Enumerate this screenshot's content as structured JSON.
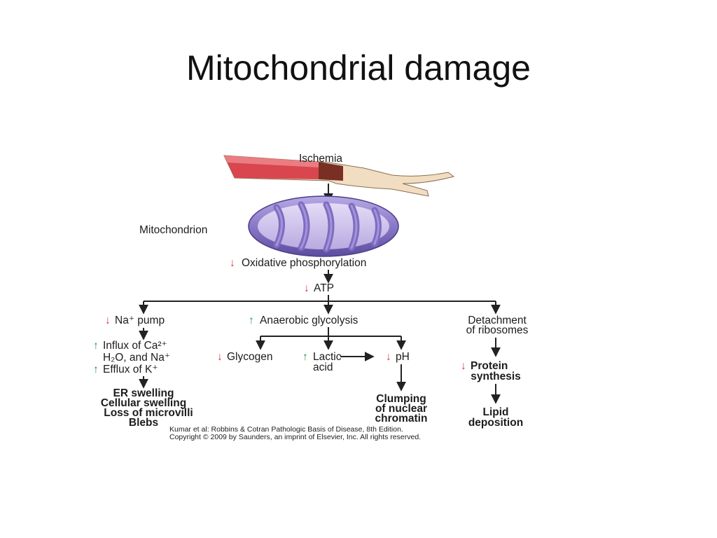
{
  "slide": {
    "title": "Mitochondrial damage"
  },
  "diagram": {
    "ischemia": "Ischemia",
    "mitochondrion": "Mitochondrion",
    "oxphos": "Oxidative phosphorylation",
    "atp": "ATP",
    "na_pump": "Na⁺ pump",
    "influx_line1": "Influx of Ca²⁺",
    "influx_line2": "H₂O, and Na⁺",
    "efflux": "Efflux of K⁺",
    "er_swelling": "ER swelling",
    "cellular_swelling": "Cellular swelling",
    "loss_microvilli": "Loss of microvilli",
    "blebs": "Blebs",
    "anaerobic": "Anaerobic glycolysis",
    "glycogen": "Glycogen",
    "lactic_line1": "Lactic",
    "lactic_line2": "acid",
    "ph": "pH",
    "clumping_line1": "Clumping",
    "clumping_line2": "of nuclear",
    "clumping_line3": "chromatin",
    "detachment_line1": "Detachment",
    "detachment_line2": "of ribosomes",
    "protein_line1": "Protein",
    "protein_line2": "synthesis",
    "lipid_line1": "Lipid",
    "lipid_line2": "deposition",
    "citation_line1": "Kumar et al: Robbins & Cotran Pathologic Basis of Disease, 8th Edition.",
    "citation_line2": "Copyright © 2009 by Saunders, an imprint of Elsevier, Inc. All rights reserved."
  },
  "colors": {
    "decrease_arrow": "#d9303a",
    "increase_arrow": "#2a9a4a",
    "artery_red": "#d9464e",
    "mito_purple": "#8a78c8"
  }
}
